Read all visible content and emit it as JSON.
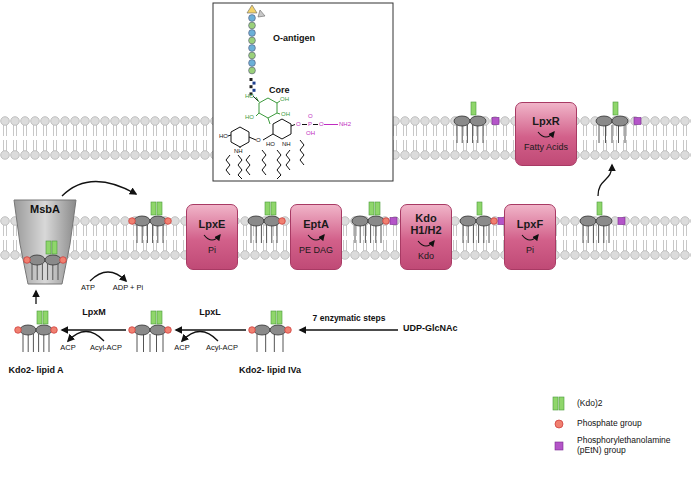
{
  "diagram": {
    "nodes": [
      {
        "text": [
          "O-antigen",
          "Core"
        ]
      },
      {
        "text": [
          "LpxR",
          "Fatty Acids"
        ]
      },
      {
        "text": [
          "MsbA"
        ]
      },
      {
        "text": [
          "LpxE",
          "Pi"
        ]
      },
      {
        "text": [
          "EptA",
          "PE DAG"
        ]
      },
      {
        "text": [
          "Kdo H1/H2",
          "Kdo"
        ]
      },
      {
        "text": [
          "LpxF",
          "Pi"
        ]
      }
    ],
    "labels": [
      "Kdo2- lipid A",
      "LpxM",
      "ACP",
      "Acyl-ACP",
      "LpxL",
      "ACP",
      "Acyl-ACP",
      "Kdo2- lipid IVa",
      "7 enzymatic steps",
      "UDP-GlcNAc",
      "ATP",
      "ADP + Pi",
      "HO",
      "OH",
      "OH",
      "HO",
      "HO",
      "NH",
      "O",
      "HO",
      "NH",
      "O",
      "O",
      "P",
      "OH",
      "O",
      "NH2"
    ],
    "legend": [
      {
        "text": "(Kdo)2",
        "color": "#8fd66b"
      },
      {
        "text": "Phosphate group",
        "color": "#f08070"
      },
      {
        "text": "Phosphorylethanolamine (pEtN) group",
        "color": "#b455c8"
      }
    ]
  }
}
